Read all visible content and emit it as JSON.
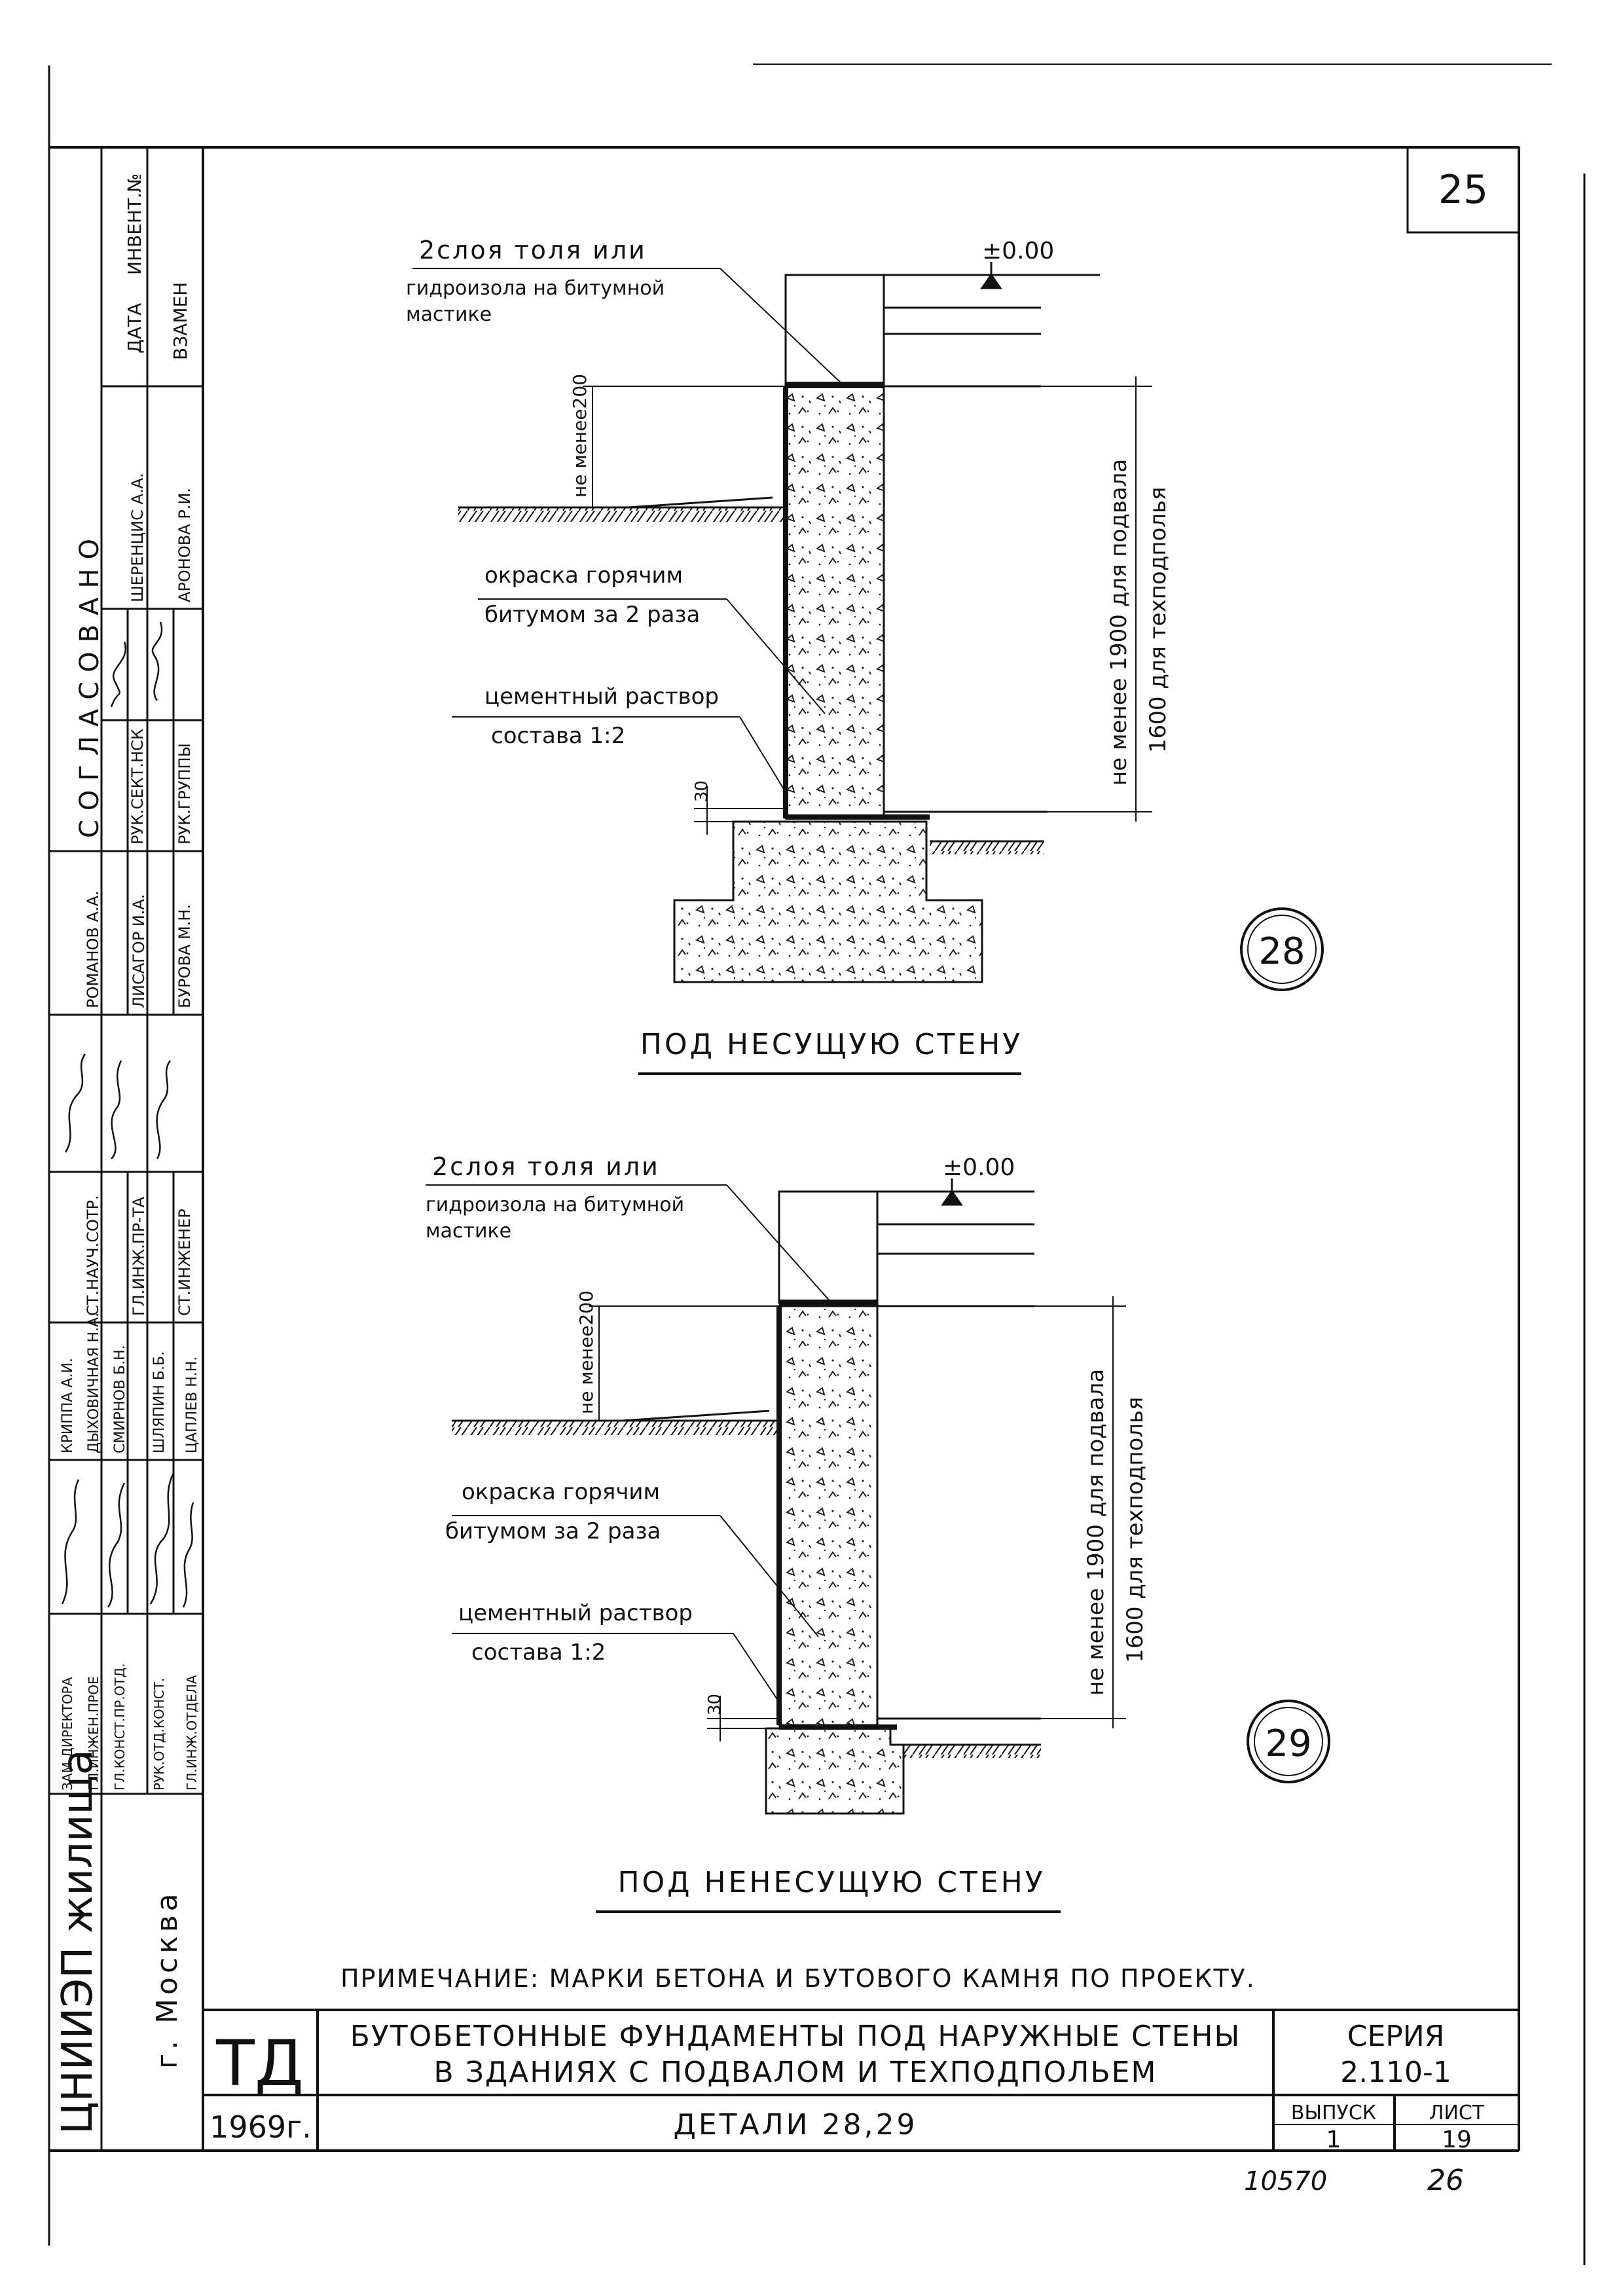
{
  "page_number": "25",
  "detail28": {
    "label_tar": "2слоя толя или",
    "label_hydro1": "гидроизола на битумной",
    "label_hydro2": "мастике",
    "label_level": "±0.00",
    "label_min200": "не менее200",
    "label_paint1": "окраска горячим",
    "label_paint2": "битумом за 2 раза",
    "label_mortar1": "цементный раствор",
    "label_mortar2": "состава 1:2",
    "dim_30": "30",
    "dim_basement": "не менее 1900 для подвала",
    "dim_subfloor": "1600 для техподполья",
    "number": "28",
    "caption": "ПОД НЕСУЩУЮ СТЕНУ"
  },
  "detail29": {
    "label_tar": "2слоя толя или",
    "label_hydro1": "гидроизола на битумной",
    "label_hydro2": "мастике",
    "label_level": "±0.00",
    "label_min200": "не менее200",
    "label_paint1": "окраска горячим",
    "label_paint2": "битумом за 2 раза",
    "label_mortar1": "цементный раствор",
    "label_mortar2": "состава 1:2",
    "dim_30": "30",
    "dim_basement": "не менее 1900 для подвала",
    "dim_subfloor": "1600 для техподполья",
    "number": "29",
    "caption": "ПОД НЕНЕСУЩУЮ СТЕНУ"
  },
  "note": "ПРИМЕЧАНИЕ: МАРКИ БЕТОНА И БУТОВОГО КАМНЯ ПО ПРОЕКТУ.",
  "title_block": {
    "code": "ТД",
    "year": "1969г.",
    "title1": "БУТОБЕТОННЫЕ ФУНДАМЕНТЫ ПОД НАРУЖНЫЕ СТЕНЫ",
    "title2": "В ЗДАНИЯХ С ПОДВАЛОМ И ТЕХПОДПОЛЬЕМ",
    "subtitle": "ДЕТАЛИ 28,29",
    "series_label": "СЕРИЯ",
    "series_value": "2.110-1",
    "issue_label": "ВЫПУСК",
    "issue_value": "1",
    "sheet_label": "ЛИСТ",
    "sheet_value": "19"
  },
  "side_stamp": {
    "org": "ЦНИИЭП жилища",
    "city": "г. Москва",
    "date_label": "ДАТА",
    "inv_label": "ИНВЕНТ.№",
    "replace_label": "ВЗАМЕН",
    "agreed_label": "СОГЛАСОВАНО",
    "agreed_rows": [
      {
        "role": "РУК.СЕКТ.НСК",
        "name": "ШЕРЕНЦИС А.А."
      },
      {
        "role": "РУК.ГРУППЫ",
        "name": "АРОНОВА Р.И."
      }
    ],
    "staff_right": [
      {
        "role": "СТ.НАУЧ.СОТР.",
        "name": "РОМАНОВ А.А."
      },
      {
        "role": "ГЛ.ИНЖ.ПР-ТА",
        "name": "ЛИСАГОР И.А."
      },
      {
        "role": "СТ.ИНЖЕНЕР",
        "name": "БУРОВА М.Н."
      }
    ],
    "staff_left": [
      {
        "role": "ЗАМ.ДИРЕКТОРА",
        "name": "КРИППА А.И."
      },
      {
        "role": "ГЛ.ИНЖЕН.ПРОЕ",
        "name": "ДЫХОВИЧНАЯ Н.А."
      },
      {
        "role": "ГЛ.КОНСТ.ПР.ОТД.",
        "name": "СМИРНОВ Б.Н."
      },
      {
        "role": "РУК.ОТД.КОНСТ.",
        "name": "ШЛЯПИН Б.Б."
      },
      {
        "role": "ГЛ.ИНЖ.ОТДЕЛА",
        "name": "ЦАПЛЕВ Н.Н."
      }
    ]
  },
  "handwritten": {
    "archive_no": "10570",
    "archive_page": "26"
  }
}
